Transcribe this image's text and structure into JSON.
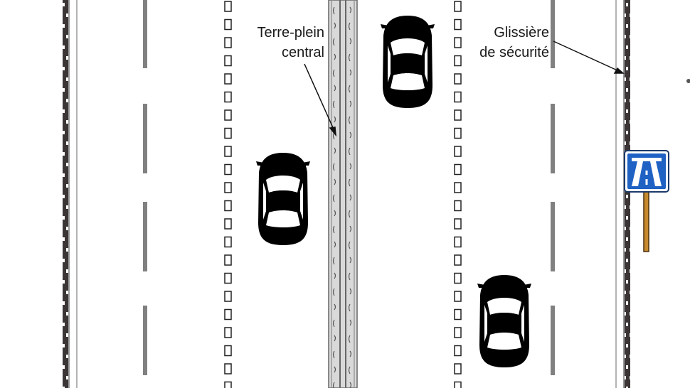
{
  "labels": {
    "median_line1": "Terre-plein",
    "median_line2": "central",
    "barrier_line1": "Glissière",
    "barrier_line2": "de sécurité"
  },
  "cars": [
    {
      "name": "yellow-car",
      "body": "#f2df6a",
      "outline": "#5a5326"
    },
    {
      "name": "green-car",
      "body": "#7fd07c",
      "outline": "#2f5a2e"
    },
    {
      "name": "blue-car",
      "body": "#6f86d8",
      "outline": "#2c3570"
    }
  ],
  "sign": {
    "icon": "motorway-sign-icon",
    "panel_color": "#1f62c4"
  },
  "colors": {
    "road": "#ffffff",
    "marking": "#808080",
    "barrier": "#3b3536",
    "median": "#d9d9d9"
  }
}
